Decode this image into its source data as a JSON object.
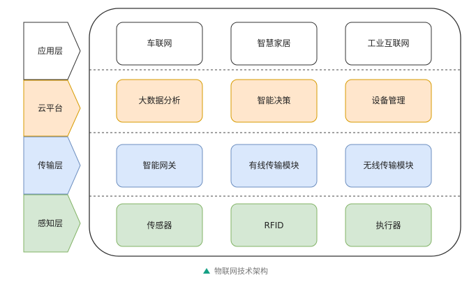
{
  "colors": {
    "app_fill": "#ffffff",
    "app_stroke": "#333333",
    "cloud_fill": "#ffe6cc",
    "cloud_stroke": "#d79b00",
    "trans_fill": "#dae8fc",
    "trans_stroke": "#6c8ebf",
    "sense_fill": "#d5e8d4",
    "sense_stroke": "#82b366",
    "caption_icon": "#16a085"
  },
  "layers": [
    {
      "label": "应用层",
      "items": [
        "车联网",
        "智慧家居",
        "工业互联网"
      ]
    },
    {
      "label": "云平台",
      "items": [
        "大数据分析",
        "智能决策",
        "设备管理"
      ]
    },
    {
      "label": "传输层",
      "items": [
        "智能网关",
        "有线传输模块",
        "无线传输模块"
      ]
    },
    {
      "label": "感知层",
      "items": [
        "传感器",
        "RFID",
        "执行器"
      ]
    }
  ],
  "caption": {
    "icon": "triangle-up-icon",
    "text": "物联网技术架构"
  }
}
